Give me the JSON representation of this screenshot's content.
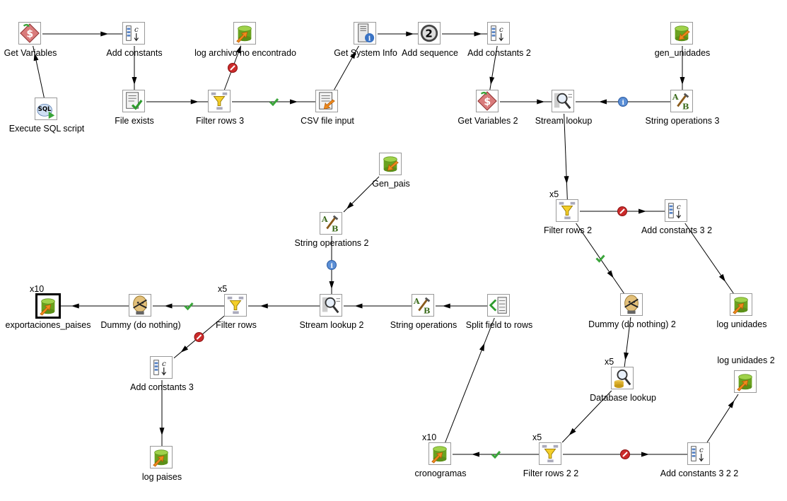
{
  "steps": {
    "get_variables": {
      "label": "Get Variables",
      "icon": "get-variables-icon"
    },
    "add_constants": {
      "label": "Add constants",
      "icon": "add-constants-icon"
    },
    "log_archivo": {
      "label": "log archivo no encontrado",
      "icon": "table-output-icon"
    },
    "get_system_info": {
      "label": "Get System Info",
      "icon": "system-info-icon"
    },
    "add_sequence": {
      "label": "Add sequence",
      "icon": "sequence-icon"
    },
    "add_constants_2": {
      "label": "Add constants 2",
      "icon": "add-constants-icon"
    },
    "gen_unidades": {
      "label": "gen_unidades",
      "icon": "table-input-icon"
    },
    "execute_sql": {
      "label": "Execute SQL script",
      "icon": "sql-script-icon"
    },
    "file_exists": {
      "label": "File exists",
      "icon": "file-exists-icon"
    },
    "filter_rows_3": {
      "label": "Filter rows 3",
      "icon": "filter-icon"
    },
    "csv_input": {
      "label": "CSV file input",
      "icon": "csv-input-icon"
    },
    "get_variables_2": {
      "label": "Get Variables 2",
      "icon": "get-variables-icon"
    },
    "stream_lookup": {
      "label": "Stream lookup",
      "icon": "stream-lookup-icon"
    },
    "string_ops_3": {
      "label": "String operations 3",
      "icon": "string-ops-icon"
    },
    "gen_pais": {
      "label": "Gen_pais",
      "icon": "table-input-icon"
    },
    "string_ops_2": {
      "label": "String operations 2",
      "icon": "string-ops-icon"
    },
    "filter_rows_2": {
      "label": "Filter rows 2",
      "icon": "filter-icon",
      "copies": "x5"
    },
    "add_constants_3_2": {
      "label": "Add constants 3 2",
      "icon": "add-constants-icon"
    },
    "exportaciones": {
      "label": "exportaciones_paises",
      "icon": "table-output-icon",
      "copies": "x10"
    },
    "dummy": {
      "label": "Dummy (do nothing)",
      "icon": "dummy-icon"
    },
    "filter_rows": {
      "label": "Filter rows",
      "icon": "filter-icon",
      "copies": "x5"
    },
    "stream_lookup_2": {
      "label": "Stream lookup 2",
      "icon": "stream-lookup-icon"
    },
    "string_ops": {
      "label": "String operations",
      "icon": "string-ops-icon"
    },
    "split_field": {
      "label": "Split field to rows",
      "icon": "split-field-icon"
    },
    "log_unidades": {
      "label": "log unidades",
      "icon": "table-output-icon"
    },
    "dummy_2": {
      "label": "Dummy (do nothing) 2",
      "icon": "dummy-icon"
    },
    "add_constants_3": {
      "label": "Add constants 3",
      "icon": "add-constants-icon"
    },
    "database_lookup": {
      "label": "Database lookup",
      "icon": "database-lookup-icon",
      "copies": "x5"
    },
    "log_unidades_2": {
      "label": "log unidades 2",
      "icon": "table-output-icon"
    },
    "log_paises": {
      "label": "log paises",
      "icon": "table-output-icon"
    },
    "cronogramas": {
      "label": "cronogramas",
      "icon": "table-output-icon",
      "copies": "x10"
    },
    "filter_rows_2_2": {
      "label": "Filter rows 2 2",
      "icon": "filter-icon",
      "copies": "x5"
    },
    "add_constants_3_2_2": {
      "label": "Add constants 3 2 2",
      "icon": "add-constants-icon"
    }
  },
  "hops": [
    {
      "from": "get_variables",
      "to": "add_constants",
      "type": "normal"
    },
    {
      "from": "execute_sql",
      "to": "get_variables",
      "type": "normal"
    },
    {
      "from": "add_constants",
      "to": "file_exists",
      "type": "normal"
    },
    {
      "from": "file_exists",
      "to": "filter_rows_3",
      "type": "normal"
    },
    {
      "from": "filter_rows_3",
      "to": "log_archivo",
      "type": "false"
    },
    {
      "from": "filter_rows_3",
      "to": "csv_input",
      "type": "true"
    },
    {
      "from": "csv_input",
      "to": "get_system_info",
      "type": "normal"
    },
    {
      "from": "get_system_info",
      "to": "add_sequence",
      "type": "normal"
    },
    {
      "from": "add_sequence",
      "to": "add_constants_2",
      "type": "normal"
    },
    {
      "from": "add_constants_2",
      "to": "get_variables_2",
      "type": "normal"
    },
    {
      "from": "get_variables_2",
      "to": "stream_lookup",
      "type": "normal"
    },
    {
      "from": "gen_unidades",
      "to": "string_ops_3",
      "type": "normal"
    },
    {
      "from": "string_ops_3",
      "to": "stream_lookup",
      "type": "info"
    },
    {
      "from": "stream_lookup",
      "to": "filter_rows_2",
      "type": "normal"
    },
    {
      "from": "filter_rows_2",
      "to": "add_constants_3_2",
      "type": "false"
    },
    {
      "from": "add_constants_3_2",
      "to": "log_unidades",
      "type": "normal"
    },
    {
      "from": "filter_rows_2",
      "to": "dummy_2",
      "type": "true"
    },
    {
      "from": "dummy_2",
      "to": "database_lookup",
      "type": "normal"
    },
    {
      "from": "database_lookup",
      "to": "filter_rows_2_2",
      "type": "normal"
    },
    {
      "from": "filter_rows_2_2",
      "to": "cronogramas",
      "type": "true"
    },
    {
      "from": "filter_rows_2_2",
      "to": "add_constants_3_2_2",
      "type": "false"
    },
    {
      "from": "add_constants_3_2_2",
      "to": "log_unidades_2",
      "type": "normal"
    },
    {
      "from": "cronogramas",
      "to": "split_field",
      "type": "normal"
    },
    {
      "from": "split_field",
      "to": "string_ops",
      "type": "normal"
    },
    {
      "from": "string_ops",
      "to": "stream_lookup_2",
      "type": "normal"
    },
    {
      "from": "gen_pais",
      "to": "string_ops_2",
      "type": "normal"
    },
    {
      "from": "string_ops_2",
      "to": "stream_lookup_2",
      "type": "info"
    },
    {
      "from": "stream_lookup_2",
      "to": "filter_rows",
      "type": "normal"
    },
    {
      "from": "filter_rows",
      "to": "dummy",
      "type": "true"
    },
    {
      "from": "filter_rows",
      "to": "add_constants_3",
      "type": "false"
    },
    {
      "from": "add_constants_3",
      "to": "log_paises",
      "type": "normal"
    },
    {
      "from": "dummy",
      "to": "exportaciones",
      "type": "normal"
    }
  ],
  "colors": {
    "hop": "#000000",
    "true": "#3aa53a",
    "false": "#cc2b2b",
    "info": "#5b8fd6",
    "table": "#78b82a",
    "arrow": "#e07a1a"
  }
}
